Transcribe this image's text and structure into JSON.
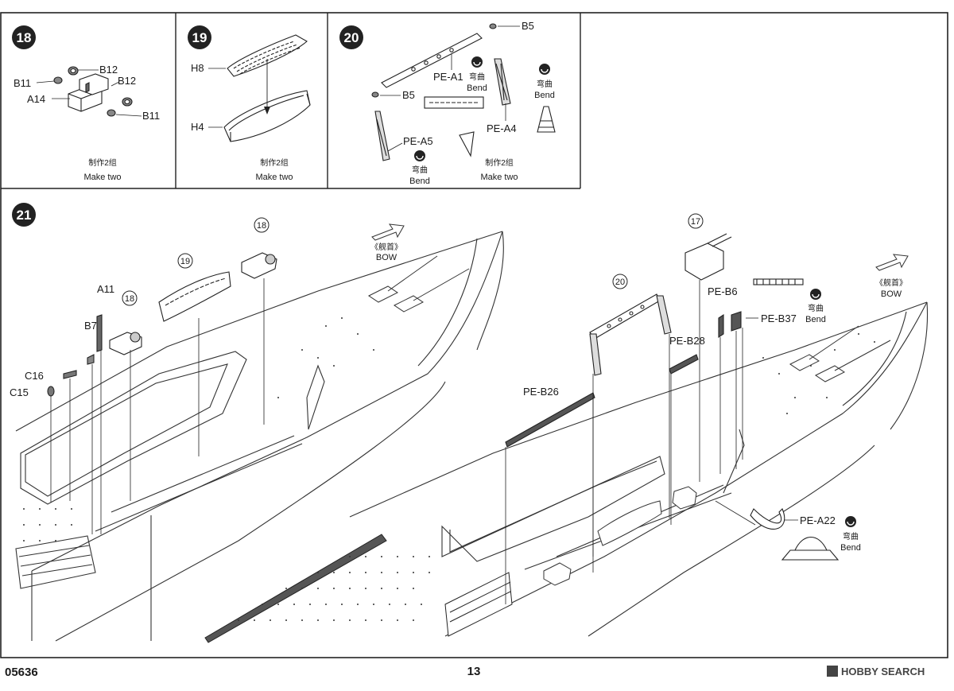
{
  "step18": {
    "number": "18",
    "parts": [
      "B12",
      "B11",
      "B12",
      "A14",
      "B11"
    ],
    "note_cn": "制作2组",
    "note_en": "Make two"
  },
  "step19": {
    "number": "19",
    "parts": [
      "H8",
      "H4"
    ],
    "note_cn": "制作2组",
    "note_en": "Make two"
  },
  "step20": {
    "number": "20",
    "parts": [
      "B5",
      "PE-A1",
      "B5",
      "PE-A4",
      "PE-A5"
    ],
    "bend_cn": "弯曲",
    "bend_en": "Bend",
    "note_cn": "制作2组",
    "note_en": "Make two"
  },
  "step21": {
    "number": "21",
    "bow_cn": "《舰首》",
    "bow_en": "BOW",
    "left_callouts": [
      "A11",
      "B7",
      "C16",
      "C15"
    ],
    "left_step_refs": [
      "18",
      "19",
      "18"
    ],
    "right_step_refs": [
      "17",
      "20"
    ],
    "right_parts": [
      "PE-B6",
      "PE-B37",
      "PE-B28",
      "PE-B26",
      "PE-A22"
    ],
    "bend_cn": "弯曲",
    "bend_en": "Bend"
  },
  "footer": {
    "code": "05636",
    "page": "13",
    "watermark": "HOBBY SEARCH"
  }
}
